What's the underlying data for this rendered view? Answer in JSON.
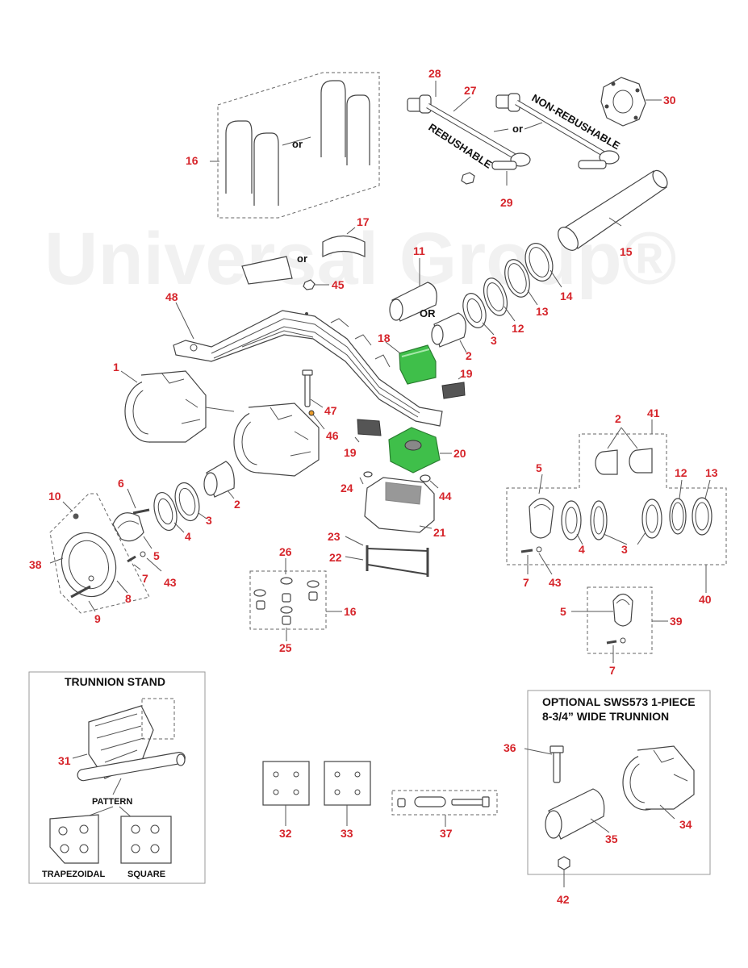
{
  "watermark": "Universal Group®",
  "callouts": {
    "c1": "1",
    "c2a": "2",
    "c2b": "2",
    "c2c": "2",
    "c3a": "3",
    "c3b": "3",
    "c3c": "3",
    "c4a": "4",
    "c4b": "4",
    "c5a": "5",
    "c5b": "5",
    "c5c": "5",
    "c6": "6",
    "c7a": "7",
    "c7b": "7",
    "c7c": "7",
    "c8": "8",
    "c9": "9",
    "c10": "10",
    "c11": "11",
    "c12a": "12",
    "c12b": "12",
    "c13a": "13",
    "c13b": "13",
    "c14": "14",
    "c15": "15",
    "c16a": "16",
    "c16b": "16",
    "c17": "17",
    "c18": "18",
    "c19a": "19",
    "c19b": "19",
    "c20": "20",
    "c21": "21",
    "c22": "22",
    "c23": "23",
    "c24": "24",
    "c25": "25",
    "c26": "26",
    "c27": "27",
    "c28": "28",
    "c29": "29",
    "c30": "30",
    "c31": "31",
    "c32": "32",
    "c33": "33",
    "c34": "34",
    "c35": "35",
    "c36": "36",
    "c37": "37",
    "c38": "38",
    "c39": "39",
    "c40": "40",
    "c41": "41",
    "c42": "42",
    "c43a": "43",
    "c43b": "43",
    "c44": "44",
    "c45": "45",
    "c46": "46",
    "c47": "47",
    "c48": "48"
  },
  "labels": {
    "or_ubolt": "or",
    "or_rod": "or",
    "or_17": "or",
    "or_11": "OR",
    "rebushable": "REBUSHABLE",
    "non_rebushable": "NON-REBUSHABLE"
  },
  "trunnion_stand": {
    "title": "TRUNNION STAND",
    "pattern": "PATTERN",
    "trapezoidal": "TRAPEZOIDAL",
    "square": "SQUARE"
  },
  "optional_box": {
    "title_line1": "OPTIONAL SWS573 1-PIECE",
    "title_line2": "8-3/4”  WIDE TRUNNION"
  },
  "colors": {
    "callout_red": "#d6252b",
    "highlight_green": "#3fbf4a"
  }
}
